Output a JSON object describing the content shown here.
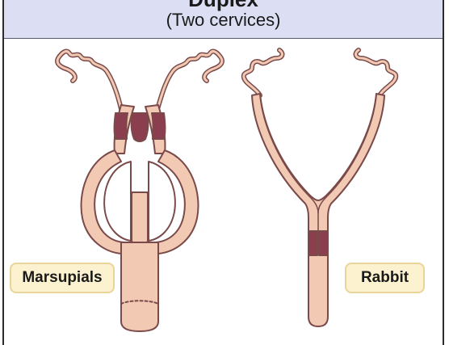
{
  "header": {
    "title": "Duplex",
    "subtitle": "(Two cervices)"
  },
  "labels": {
    "marsupials": "Marsupials",
    "rabbit": "Rabbit"
  },
  "colors": {
    "header_bg": "#dcdff3",
    "tissue_fill": "#f2c9b3",
    "tissue_outline": "#7a4a4a",
    "cervix_fill": "#8b3e4e",
    "label_bg": "#fdf2cf",
    "label_border": "#e9d59a"
  }
}
